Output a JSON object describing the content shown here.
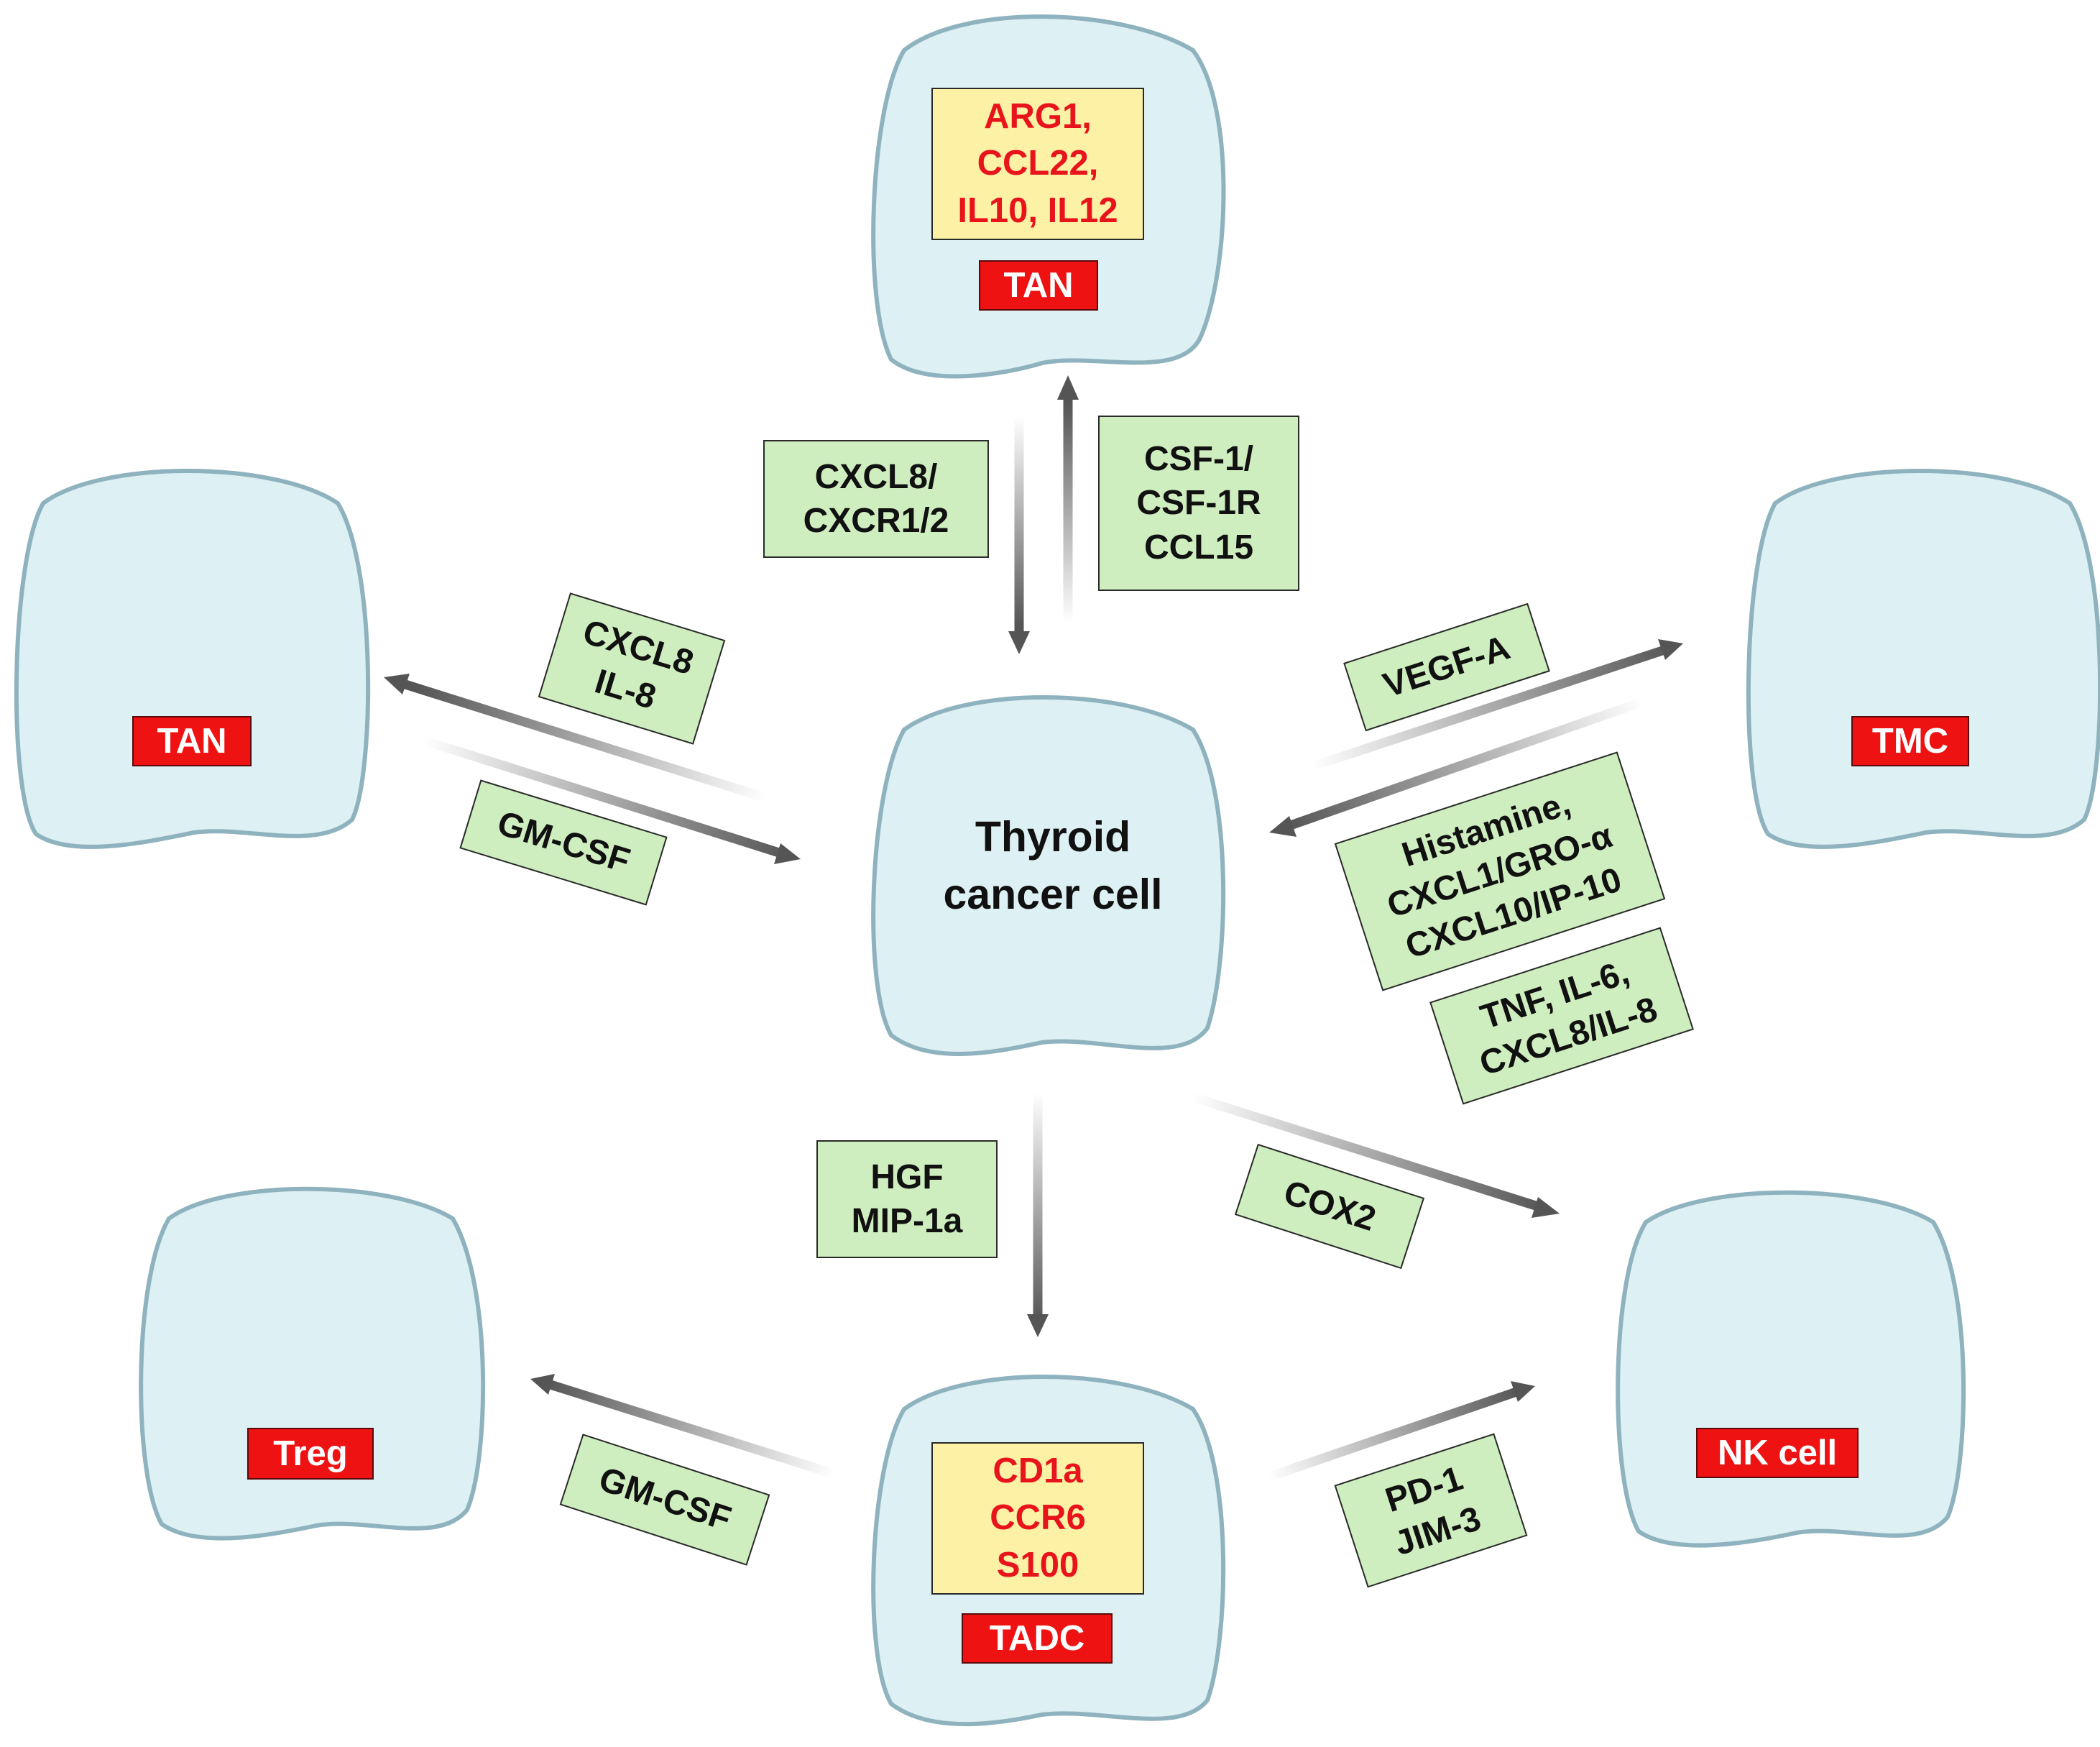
{
  "center_cell": {
    "lines": [
      "Thyroid",
      "cancer cell"
    ]
  },
  "cells": {
    "top": {
      "markers": [
        "ARG1,",
        "CCL22,",
        "IL10, IL12"
      ],
      "label": "TAN"
    },
    "left": {
      "label": "TAN"
    },
    "right": {
      "label": "TMC"
    },
    "bottom_left": {
      "label": "Treg"
    },
    "bottom": {
      "markers": [
        "CD1a",
        "CCR6",
        "S100"
      ],
      "label": "TADC"
    },
    "bottom_right": {
      "label": "NK cell"
    }
  },
  "factors": {
    "top_left": [
      "CXCL8/",
      "CXCR1/2"
    ],
    "top_right": [
      "CSF-1/",
      "CSF-1R",
      "CCL15"
    ],
    "left_upper": [
      "CXCL8",
      "IL-8"
    ],
    "left_lower": [
      "GM-CSF"
    ],
    "right_upper": [
      "VEGF-A"
    ],
    "right_middle": [
      "Histamine,",
      "CXCL1/GRO-α",
      "CXCL10/IP-10"
    ],
    "right_lower": [
      "TNF, IL-6,",
      "CXCL8/IL-8"
    ],
    "bottom_center": [
      "HGF",
      "MIP-1a"
    ],
    "bottom_right_upper": [
      "COX2"
    ],
    "bottom_left": [
      "GM-CSF"
    ],
    "bottom_right_lower": [
      "PD-1",
      "JIM-3"
    ]
  },
  "colors": {
    "cell_fill": "#ddf0f3",
    "cell_outline": "#8fb3be",
    "factor_box": "#cfeec0",
    "marker_box": "#fdf1a6",
    "marker_text": "#e8141b",
    "label_box": "#ee1212",
    "arrow": "#555555"
  }
}
